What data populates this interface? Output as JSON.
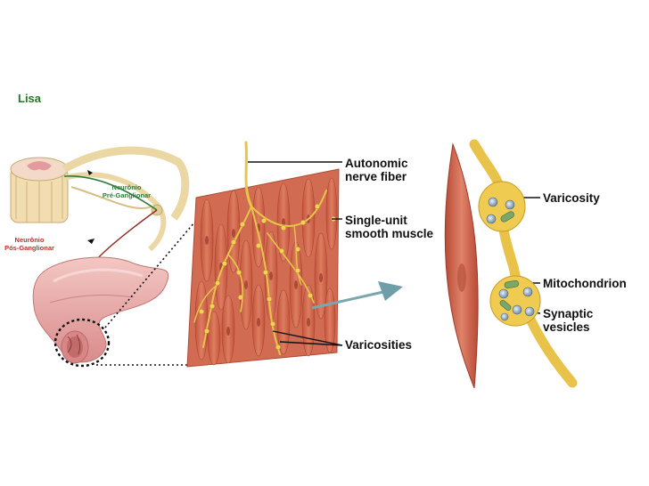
{
  "slide": {
    "title": "Lisa"
  },
  "labels": {
    "autonomic_nerve_fiber_l1": "Autonomic",
    "autonomic_nerve_fiber_l2": "nerve fiber",
    "single_unit_l1": "Single-unit",
    "single_unit_l2": "smooth muscle",
    "varicosities": "Varicosities",
    "varicosity": "Varicosity",
    "mitochondrion": "Mitochondrion",
    "synaptic_l1": "Synaptic",
    "synaptic_l2": "vesicles",
    "pre_ganglionar_l1": "Neurônio",
    "pre_ganglionar_l2": "Pré-Ganglionar",
    "pos_ganglionar_l1": "Neurônio",
    "pos_ganglionar_l2": "Pós-Ganglionar"
  },
  "colors": {
    "title_green": "#1d7a1d",
    "muscle": "#c65a43",
    "muscle_light": "#e49a7c",
    "nerve": "#e7c54a",
    "spinal_pink": "#e8b9b2",
    "intestine": "#e7a7a7",
    "arrow_teal": "#6e9ea7"
  }
}
